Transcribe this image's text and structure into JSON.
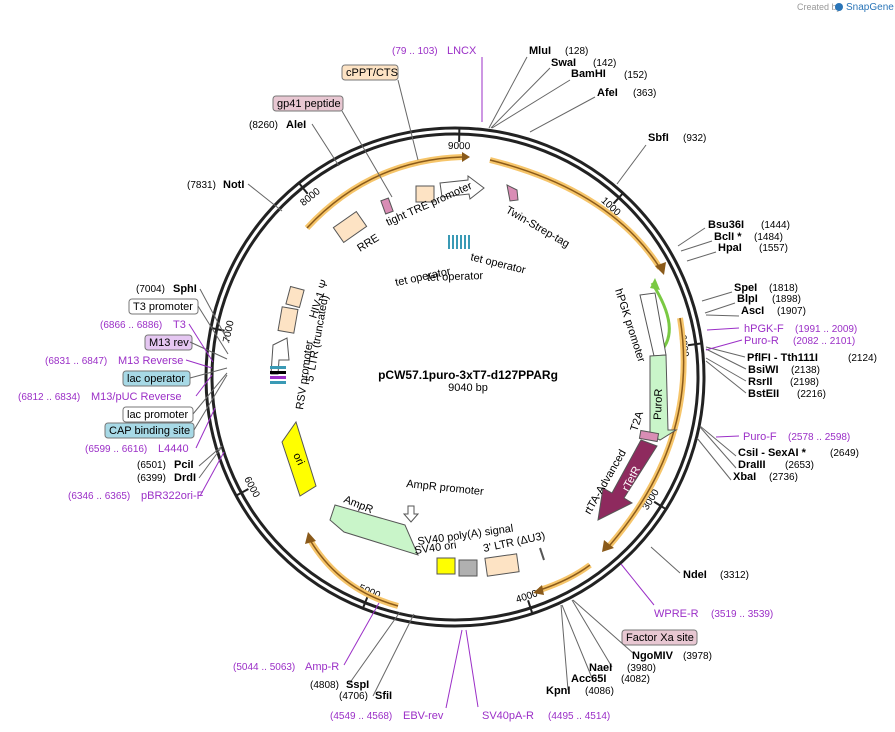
{
  "credit": {
    "text": "Created by",
    "brand": "SnapGene"
  },
  "plasmid": {
    "name": "pCW57.1puro-3xT7-d127PPARg",
    "length_text": "9040 bp",
    "length": 9040
  },
  "colors": {
    "backbone": "#222222",
    "orange_halo": "#f6c56a",
    "arrow_brown": "#8a5a1a",
    "primer": "#9b2fc7",
    "purple_feature": "#8e2a5e",
    "green_feature": "#c9f5c9",
    "yellow_feature": "#ffff00",
    "peach_feature": "#fde3c4",
    "teal_operator": "#3a9ab5"
  },
  "ticks": [
    {
      "label": "1000",
      "pos": 1000
    },
    {
      "label": "2000",
      "pos": 2000
    },
    {
      "label": "3000",
      "pos": 3000
    },
    {
      "label": "4000",
      "pos": 4000
    },
    {
      "label": "5000",
      "pos": 5000
    },
    {
      "label": "6000",
      "pos": 6000
    },
    {
      "label": "7000",
      "pos": 7000
    },
    {
      "label": "8000",
      "pos": 8000
    },
    {
      "label": "9000",
      "pos": 9000
    }
  ],
  "sites": [
    {
      "name": "MluI",
      "pos_text": "(128)"
    },
    {
      "name": "SwaI",
      "pos_text": "(142)"
    },
    {
      "name": "BamHI",
      "pos_text": "(152)"
    },
    {
      "name": "AfeI",
      "pos_text": "(363)"
    },
    {
      "name": "SbfI",
      "pos_text": "(932)"
    },
    {
      "name": "Bsu36I",
      "pos_text": "(1444)"
    },
    {
      "name": "BclI *",
      "pos_text": "(1484)"
    },
    {
      "name": "HpaI",
      "pos_text": "(1557)"
    },
    {
      "name": "SpeI",
      "pos_text": "(1818)"
    },
    {
      "name": "BlpI",
      "pos_text": "(1898)"
    },
    {
      "name": "AscI",
      "pos_text": "(1907)"
    },
    {
      "name": "PflFI  - Tth111I",
      "pos_text": "(2124)"
    },
    {
      "name": "BsiWI",
      "pos_text": "(2138)"
    },
    {
      "name": "RsrII",
      "pos_text": "(2198)"
    },
    {
      "name": "BstEII",
      "pos_text": "(2216)"
    },
    {
      "name": "CsiI  - SexAI *",
      "pos_text": "(2649)"
    },
    {
      "name": "DraIII",
      "pos_text": "(2653)"
    },
    {
      "name": "XbaI",
      "pos_text": "(2736)"
    },
    {
      "name": "NdeI",
      "pos_text": "(3312)"
    },
    {
      "name": "NgoMIV",
      "pos_text": "(3978)"
    },
    {
      "name": "NaeI",
      "pos_text": "(3980)"
    },
    {
      "name": "Acc65I",
      "pos_text": "(4082)"
    },
    {
      "name": "KpnI",
      "pos_text": "(4086)"
    },
    {
      "name": "SspI",
      "pos_text": "(4808)"
    },
    {
      "name": "SfiI",
      "pos_text": "(4706)"
    },
    {
      "name": "DrdI",
      "pos_text": "(6399)"
    },
    {
      "name": "PciI",
      "pos_text": "(6501)"
    },
    {
      "name": "SphI",
      "pos_text": "(7004)"
    },
    {
      "name": "NotI",
      "pos_text": "(7831)"
    },
    {
      "name": "AleI",
      "pos_text": "(8260)"
    }
  ],
  "primers": [
    {
      "name": "LNCX",
      "range": "(79 .. 103)"
    },
    {
      "name": "hPGK-F",
      "range": "(1991 .. 2009)"
    },
    {
      "name": "Puro-R",
      "range": "(2082 .. 2101)"
    },
    {
      "name": "Puro-F",
      "range": "(2578 .. 2598)"
    },
    {
      "name": "WPRE-R",
      "range": "(3519 .. 3539)"
    },
    {
      "name": "SV40pA-R",
      "range": "(4495 .. 4514)"
    },
    {
      "name": "EBV-rev",
      "range": "(4549 .. 4568)"
    },
    {
      "name": "Amp-R",
      "range": "(5044 .. 5063)"
    },
    {
      "name": "pBR322ori-F",
      "range": "(6346 .. 6365)"
    },
    {
      "name": "L4440",
      "range": "(6599 .. 6616)"
    },
    {
      "name": "M13/pUC Reverse",
      "range": "(6812 .. 6834)"
    },
    {
      "name": "M13 Reverse",
      "range": "(6831 .. 6847)"
    },
    {
      "name": "T3",
      "range": "(6866 .. 6886)"
    }
  ],
  "boxed_labels": {
    "cppt": "cPPT/CTS",
    "gp41": "gp41 peptide",
    "t3_promoter": "T3 promoter",
    "m13_rev": "M13 rev",
    "lac_operator": "lac operator",
    "lac_promoter": "lac promoter",
    "cap_site": "CAP binding site",
    "factor_xa": "Factor Xa site"
  },
  "features": {
    "tight_tre": "tight TRE promoter",
    "twin_strep": "Twin-Strep-tag",
    "rre": "RRE",
    "tet_op1": "tet operator",
    "tet_op2": "tet operator",
    "tet_op3": "tet operator",
    "hiv_psi": "HIV-1 Ψ",
    "ltr5": "5' LTR (truncated)",
    "rsv": "RSV promoter",
    "hpgk": "hPGK promoter",
    "puror": "PuroR",
    "t2a": "T2A",
    "rtetr": "rTetR",
    "rtta": "rtTA-Advanced",
    "ori": "ori",
    "ampr": "AmpR",
    "ampr_promoter": "AmpR promoter",
    "sv40_polya": "SV40 poly(A) signal",
    "sv40_ori": "SV40 ori",
    "ltr3": "3' LTR (ΔU3)"
  }
}
